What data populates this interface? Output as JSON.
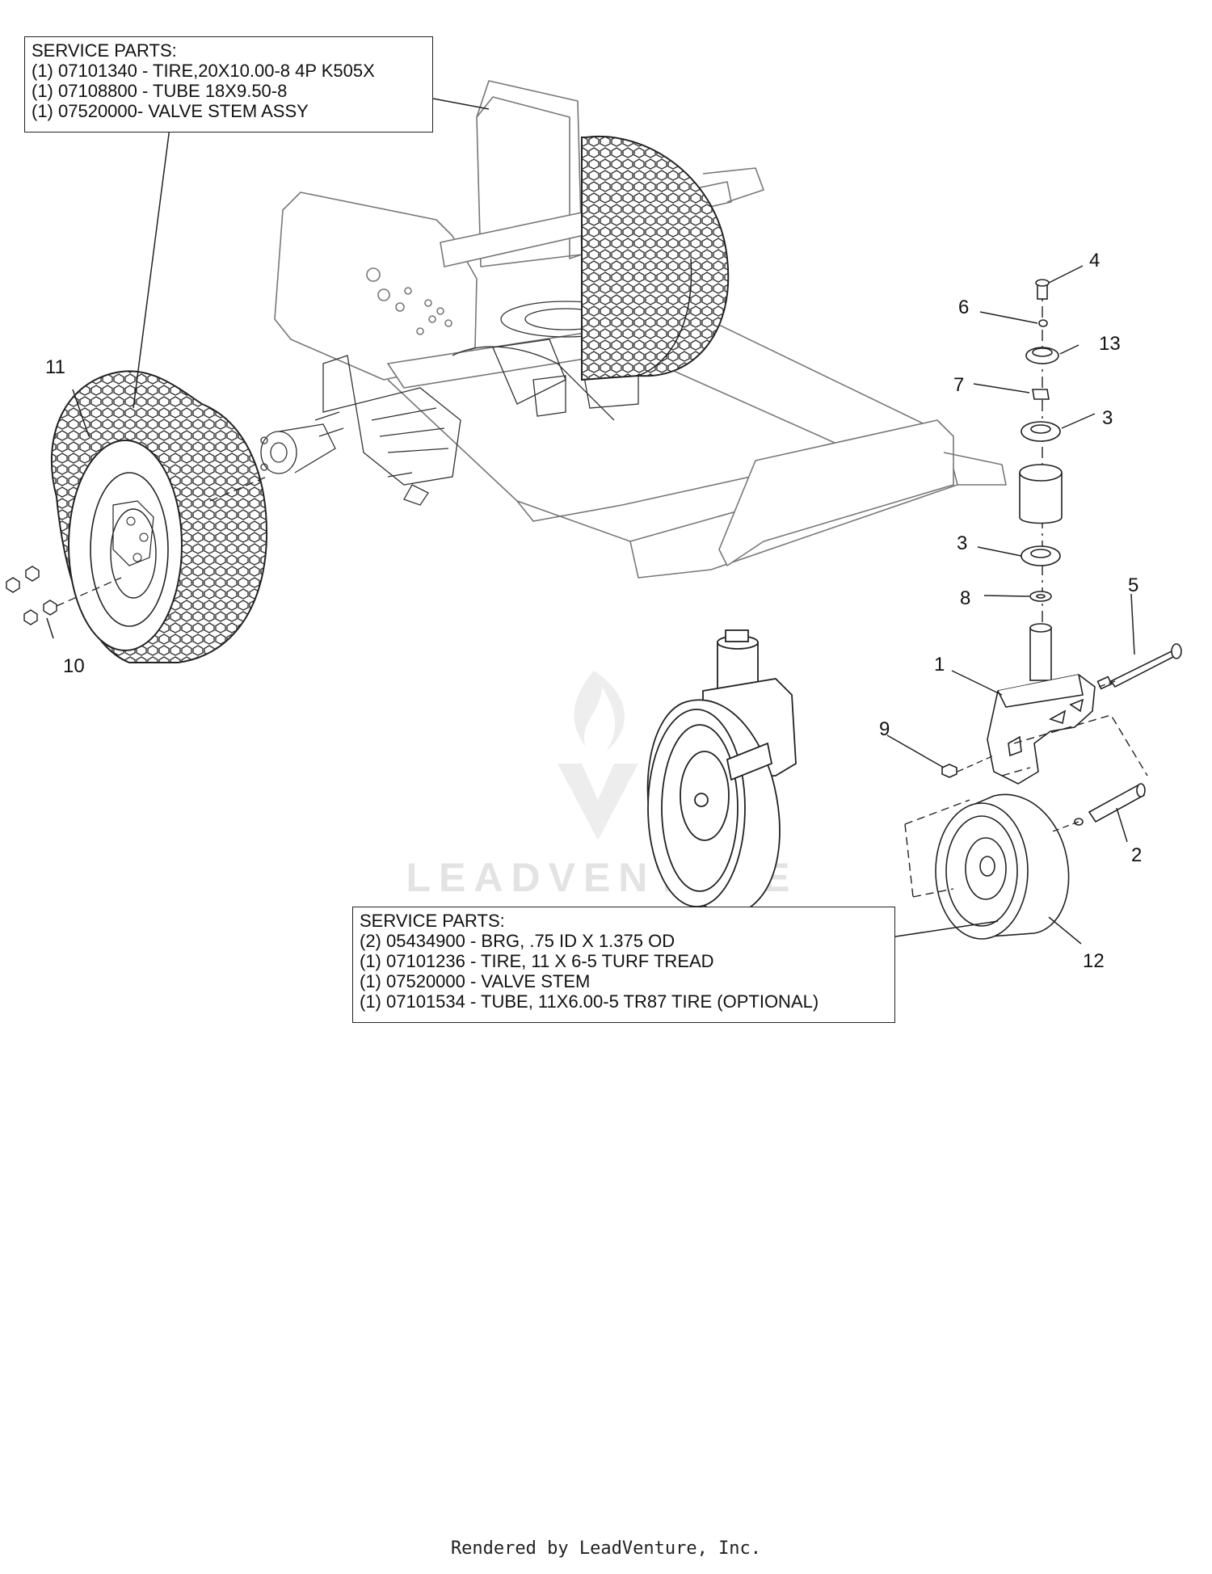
{
  "callouts": {
    "rear": {
      "lines": [
        "SERVICE PARTS:",
        "(1) 07101340 - TIRE,20X10.00-8 4P K505X",
        "(1) 07108800 - TUBE 18X9.50-8",
        "(1) 07520000- VALVE STEM ASSY"
      ]
    },
    "front": {
      "lines": [
        "SERVICE PARTS:",
        "(2) 05434900 - BRG, .75 ID X 1.375 OD",
        "(1) 07101236 - TIRE, 11 X 6-5 TURF TREAD",
        "(1) 07520000 - VALVE STEM",
        "(1) 07101534 - TUBE, 11X6.00-5 TR87 TIRE (OPTIONAL)"
      ]
    }
  },
  "part_numbers": {
    "p1": "1",
    "p2": "2",
    "p3a": "3",
    "p3b": "3",
    "p4": "4",
    "p5": "5",
    "p6": "6",
    "p7": "7",
    "p8": "8",
    "p9": "9",
    "p10": "10",
    "p11": "11",
    "p12": "12",
    "p13": "13"
  },
  "watermark": "LEADVENTURE",
  "footer": "Rendered by LeadVenture, Inc."
}
